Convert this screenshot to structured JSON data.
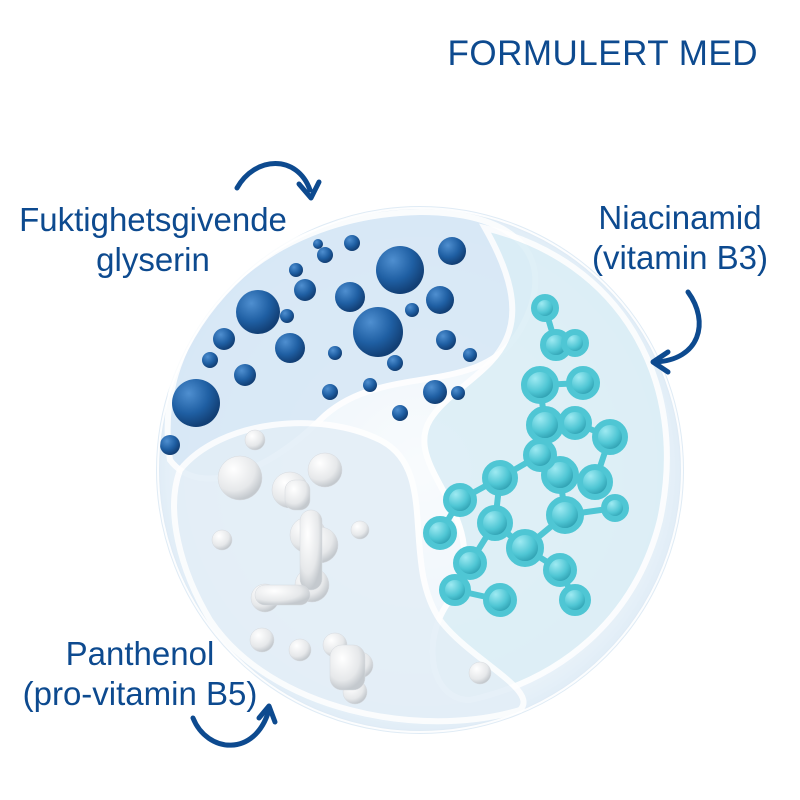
{
  "header": {
    "title": "FORMULERT MED"
  },
  "ingredients": [
    {
      "line1": "Fuktighetsgivende",
      "line2": "glyserin",
      "molecule_color": "#1f5fa3",
      "position": "top-left"
    },
    {
      "line1": "Niacinamid",
      "line2": "(vitamin B3)",
      "molecule_color": "#4fc6d4",
      "position": "right"
    },
    {
      "line1": "Panthenol",
      "line2": "(pro-vitamin B5)",
      "molecule_color": "#e6e8ea",
      "position": "bottom-left"
    }
  ],
  "colors": {
    "text": "#0d4a8f",
    "arrow": "#0d4a8f",
    "glass": "#cfe3f3"
  },
  "icons": [
    "curved-arrow-icon",
    "curved-arrow-icon",
    "curved-arrow-icon"
  ]
}
